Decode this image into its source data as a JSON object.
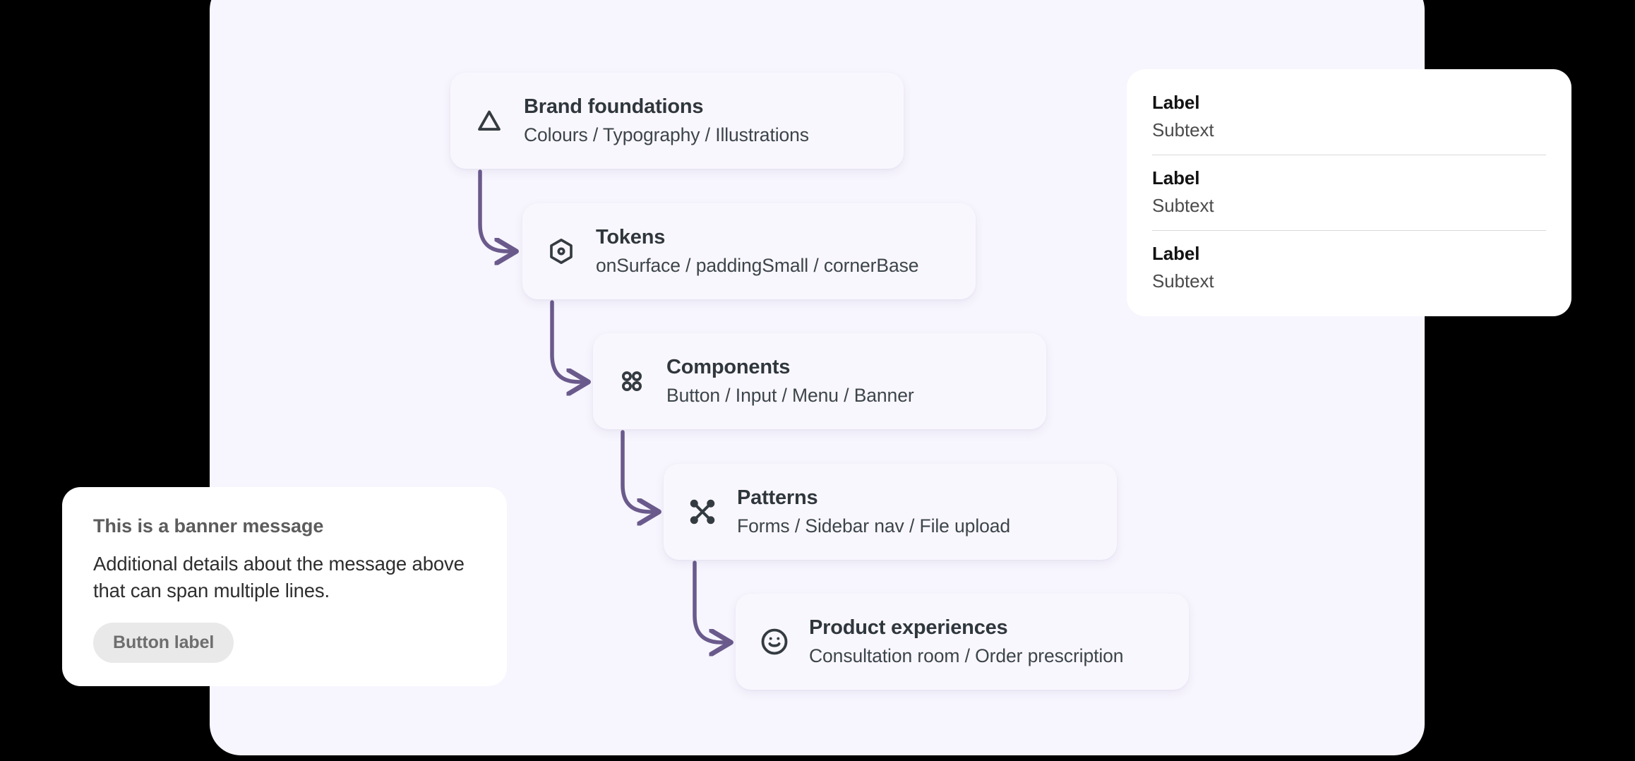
{
  "colors": {
    "page_background": "#000000",
    "stage_background": "#F7F5FD",
    "card_background": "#F9F7FE",
    "connector_purple": "#6A5A8C",
    "heading_text": "#2F373D",
    "body_text": "#3C454B",
    "float_card_background": "#FFFFFF",
    "button_background": "#E9E9E9",
    "button_text": "#6E6E6E",
    "divider": "#D9D9D9"
  },
  "flow": {
    "steps": [
      {
        "id": "brand-foundations",
        "icon": "triangle-icon",
        "title": "Brand foundations",
        "subtitle": "Colours / Typography / Illustrations"
      },
      {
        "id": "tokens",
        "icon": "hexagon-dot-icon",
        "title": "Tokens",
        "subtitle": "onSurface / paddingSmall / cornerBase"
      },
      {
        "id": "components",
        "icon": "four-dots-grid-icon",
        "title": "Components",
        "subtitle": "Button / Input / Menu / Banner"
      },
      {
        "id": "patterns",
        "icon": "node-cross-icon",
        "title": "Patterns",
        "subtitle": "Forms / Sidebar nav / File upload"
      },
      {
        "id": "product-experiences",
        "icon": "smiley-face-icon",
        "title": "Product experiences",
        "subtitle": "Consultation room / Order prescription"
      }
    ],
    "connector_count": 4
  },
  "banner": {
    "title": "This is a banner message",
    "body": "Additional details about the message above that can span multiple lines.",
    "button_label": "Button label"
  },
  "list": {
    "rows": [
      {
        "label": "Label",
        "subtext": "Subtext"
      },
      {
        "label": "Label",
        "subtext": "Subtext"
      },
      {
        "label": "Label",
        "subtext": "Subtext"
      }
    ]
  }
}
